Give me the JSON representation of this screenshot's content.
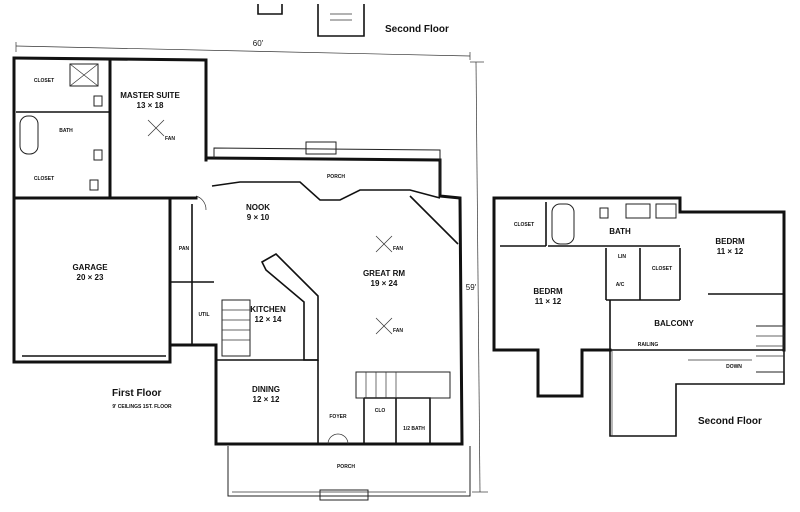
{
  "titles": {
    "top": "Second Floor",
    "first_floor": "First Floor",
    "first_floor_note": "9' CEILINGS 1ST. FLOOR",
    "second_floor": "Second Floor"
  },
  "dimensions": {
    "width": "60'",
    "depth": "59'"
  },
  "first_floor": {
    "closet_top": "CLOSET",
    "closet_bottom": "CLOSET",
    "master_bath": "BATH",
    "master_suite": {
      "name": "MASTER SUITE",
      "size": "13 × 18"
    },
    "garage": {
      "name": "GARAGE",
      "size": "20 × 23"
    },
    "nook": {
      "name": "NOOK",
      "size": "9 × 10"
    },
    "kitchen": {
      "name": "KITCHEN",
      "size": "12 × 14"
    },
    "great_room": {
      "name": "GREAT RM",
      "size": "19 × 24"
    },
    "dining": {
      "name": "DINING",
      "size": "12 × 12"
    },
    "porch_rear": "PORCH",
    "porch_front": "PORCH",
    "foyer": "FOYER",
    "half_bath": "1/2 BATH",
    "util": "UTIL",
    "pantry": "PAN",
    "coat_closet": "CLO",
    "fan_label": "FAN"
  },
  "second_floor": {
    "closet": "CLOSET",
    "bath": "BATH",
    "bedroom_right": {
      "name": "BEDRM",
      "size": "11 × 12"
    },
    "bedroom_left": {
      "name": "BEDRM",
      "size": "11 × 12"
    },
    "closet_small": "CLOSET",
    "linen": "LIN",
    "ac": "A/C",
    "balcony": "BALCONY",
    "railing": "RAILING",
    "stair_down": "DOWN"
  }
}
